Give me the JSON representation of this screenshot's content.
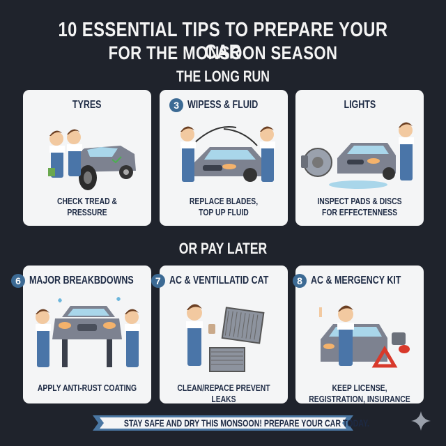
{
  "header": {
    "title_line1": "10 ESSENTIAL TIPS TO PREPARE YOUR CAR",
    "title_line2": "FOR THE MONSOON SEASON",
    "section1": "THE LONG RUN",
    "section2": "OR PAY LATER"
  },
  "cards": [
    {
      "number": "",
      "title": "TYRES",
      "description": "CHECK TREAD &\nPRESSURE",
      "icon": "mechanics-with-tyre-icon"
    },
    {
      "number": "3",
      "title": "WIPESS & FLUID",
      "description": "REPLACE BLADES,\nTOP UP FLUID",
      "icon": "mechanics-with-wipers-icon"
    },
    {
      "number": "",
      "title": "LIGHTS",
      "description": "INSPECT PADS & DISCS\nFOR EFFECTENNESS",
      "icon": "brake-disc-and-car-icon"
    },
    {
      "number": "6",
      "title": "MAJOR BREAKBDOWNS",
      "description": "APPLY ANTI-RUST COATING",
      "icon": "car-on-lift-icon"
    },
    {
      "number": "7",
      "title": "AC & VENTILLATID CAT",
      "description": "CLEAN/REPACE PREVENT LEAKS",
      "icon": "ac-filter-icon"
    },
    {
      "number": "8",
      "title": "AC & MERGENCY KIT",
      "description": "KEEP LICENSE, REGISTRATION, INSURANCE",
      "icon": "warning-triangle-kit-icon"
    }
  ],
  "footer": {
    "banner": "STAY SAFE AND DRY THIS MONSOON! PREPARE YOUR CAR TODAY.",
    "corner_icon": "sparkle-icon"
  },
  "colors": {
    "background": "#1f232c",
    "card": "#f4f5f6",
    "text_dark": "#1d2a44",
    "badge": "#3c6a94",
    "banner_edge": "#4a77a3",
    "overall_blue": "#4a75a8",
    "car_grey": "#7d8290",
    "warning_red": "#d8392b"
  }
}
